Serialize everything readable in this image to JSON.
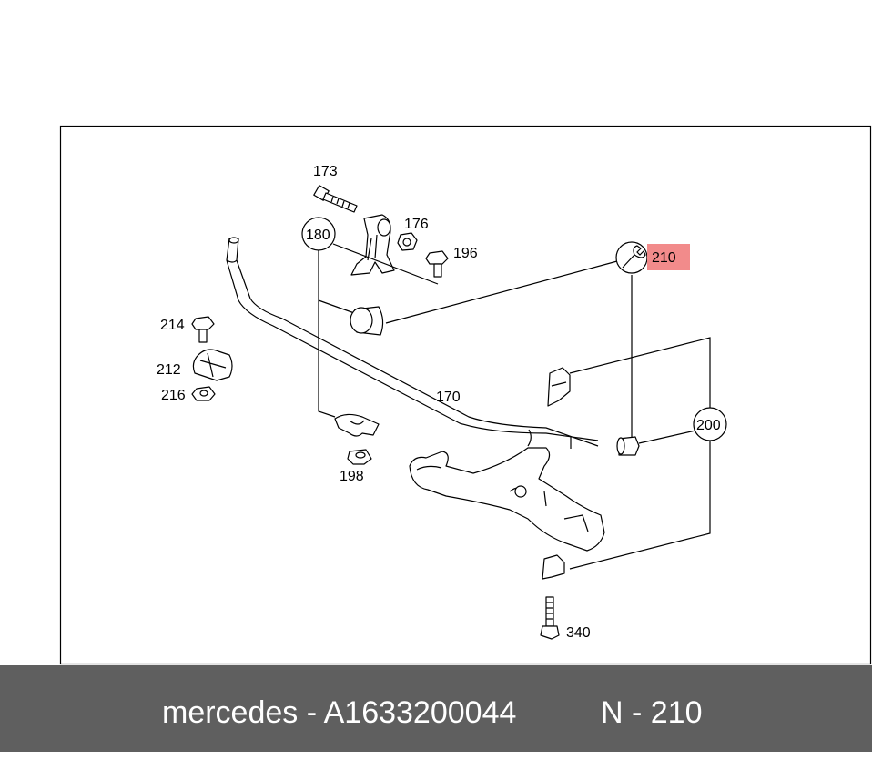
{
  "callouts": {
    "p173": "173",
    "p176": "176",
    "p196": "196",
    "p180": "180",
    "p210": "210",
    "p214": "214",
    "p212": "212",
    "p216": "216",
    "p170": "170",
    "p198": "198",
    "p200": "200",
    "p340": "340"
  },
  "highlight": {
    "part": "210",
    "color": "#f28b8b"
  },
  "icons": {
    "p210_marker": "wrench-icon"
  },
  "footer": {
    "brand_part": "mercedes - A1633200044",
    "position": "N - 210"
  }
}
